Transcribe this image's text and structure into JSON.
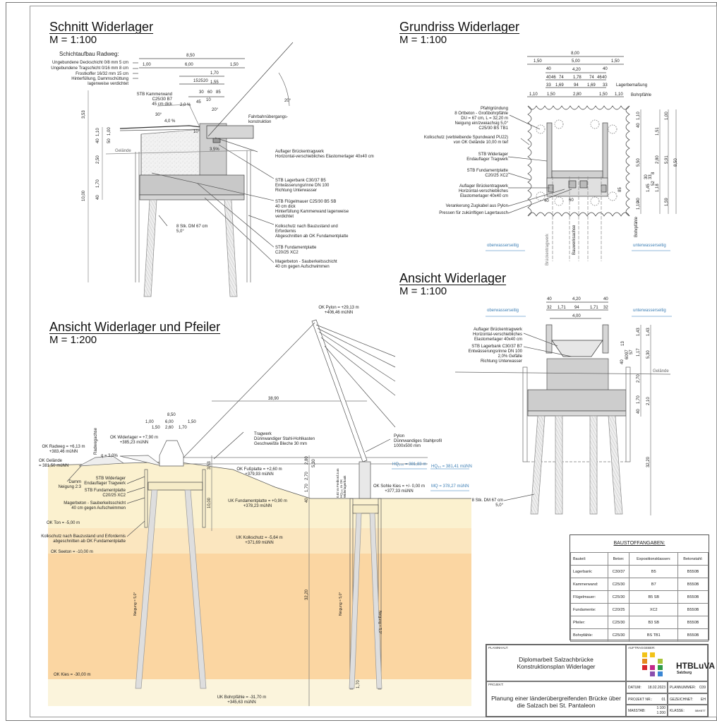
{
  "sheet": {
    "sections": {
      "schnitt": {
        "title": "Schnitt Widerlager",
        "scale": "M = 1:100"
      },
      "grundriss": {
        "title": "Grundriss Widerlager",
        "scale": "M = 1:100"
      },
      "ansicht": {
        "title": "Ansicht Widerlager",
        "scale": "M = 1:100"
      },
      "ansicht_pfeiler": {
        "title": "Ansicht Widerlager und Pfeiler",
        "scale": "M = 1:200"
      }
    }
  },
  "schnitt": {
    "schicht_title": "Schichtaufbau Radweg:",
    "schichten": [
      "Ungebundene Deckschicht 0/8 mm 5 cm",
      "Ungebundene Tragschicht 0/16 mm 8 cm",
      "Frostkoffer 16/32 mm 15 cm",
      "Hinterfüllung, Dammschüttung",
      "lagenweise verdichtet"
    ],
    "kammerwand": [
      "STB Kammerwand",
      "C25/30 B7",
      "45 cm dick"
    ],
    "fahrbahn": [
      "Fahrbahnübergangs-",
      "konstruktion"
    ],
    "annotations": [
      [
        "Auflager Brückentragwerk",
        "Horizontal-verschiebliches Elastomerlager 40x40 cm"
      ],
      [
        "STB Lagerbank C30/37 B5",
        "Entwässerungsrinne DN 100",
        "Richtung Unterwasser"
      ],
      [
        "STB Flügelmauer C25/30 B5 SB",
        "40 cm dick",
        "Hinterfüllung Kammerwand lagenweise",
        "verdichtet"
      ],
      [
        "Kolkschutz nach Bauzustand und",
        "Erfordernis",
        "Abgeschnitten ab OK Fundamentplatte"
      ],
      [
        "STB Fundamentplatte",
        "C20/25 XC2"
      ],
      [
        "Magerbeton - Sauberkeitsschicht",
        "40 cm gegen Aufschwimmen"
      ]
    ],
    "pfahl": [
      "8 Stk. DM 67 cm",
      "5,0°"
    ],
    "gelaende": "Gelände",
    "dims_top": [
      "8,50",
      "1,00",
      "6,00",
      "1,50",
      "1,70",
      "15",
      "25",
      "20",
      "1,55",
      "30",
      "60",
      "85",
      "45",
      "10"
    ],
    "slopes": [
      "2,0 %",
      "4,0 %",
      "3,5%",
      "30°",
      "20°",
      "10°",
      "20°"
    ],
    "dims_left": [
      "3,53",
      "1,10",
      "1,00",
      "40",
      "50",
      "2,50",
      "1,70",
      "40",
      "10,00"
    ]
  },
  "grundriss": {
    "dims_top": [
      "8,00",
      "1,50",
      "5,00",
      "1,50",
      "40",
      "4,20",
      "40",
      "40",
      "46",
      "74",
      "1,78",
      "74",
      "46",
      "40",
      "33",
      "1,69",
      "94",
      "1,69",
      "33",
      "1,10",
      "1,50",
      "2,80",
      "1,50",
      "1,10"
    ],
    "row_labels": [
      "Lagerbemaßung",
      "Bohrpfähle"
    ],
    "annotations": [
      [
        "Pfahlgründung",
        "8 Ortbeton - Großbohrpfähle",
        "DU = 67 cm, L = 32,20 m",
        "Neigung ein/zweiachsig 5,0°",
        "C25/30 BS TB1"
      ],
      [
        "Kolkschutz (verbleibende Spundwand PU22)",
        "von OK Gelände 10,00 m tief"
      ],
      [
        "STB Widerlager",
        "Endauflager Tragwerk"
      ],
      [
        "STB Fundamentplatte",
        "C20/25 XC2"
      ],
      [
        "Auflager Brückentragwerk",
        "Horizontal-verschiebliches",
        "Elastomerlager 40x40 cm"
      ],
      [
        "Verankerung Zugkabel aus Pylon"
      ],
      [
        "Pressen für zukünftigen Lagertausch"
      ]
    ],
    "dims_right": [
      "1,10",
      "40",
      "5,50",
      "1,45",
      "40",
      "1,10",
      "1,51",
      "2,80",
      "1,18",
      "5,91",
      "1,59",
      "8,50",
      "30",
      "33",
      "8",
      "52",
      "85",
      "1,00"
    ],
    "axes": [
      "Brückentragwerk",
      "Bauwerksachse",
      "Bohrpfähle"
    ],
    "side_labels": [
      "oberwasserseitig",
      "unterwasserseitig"
    ],
    "dims_bottom": [
      "40",
      "60"
    ]
  },
  "ansicht": {
    "dims_top": [
      "40",
      "4,20",
      "40",
      "32",
      "1,71",
      "94",
      "1,71",
      "32",
      "4,00"
    ],
    "side_labels": [
      "oberwasserseitig",
      "unterwasserseitig"
    ],
    "annotations": [
      [
        "Auflager Brückentragwerk",
        "Horizontal-verschiebliches",
        "Elastomerlager 40x40 cm"
      ],
      [
        "STB Lagerbank C30/37 B7",
        "Entwässerungsrinne DN 100",
        "2,0% Gefälle",
        "Richtung Unterwasser"
      ]
    ],
    "dims_right": [
      "1,43",
      "1,43",
      "13",
      "97",
      "57",
      "1,17",
      "60",
      "40",
      "5,30",
      "2,70",
      "1,70",
      "2,10",
      "40",
      "32,20"
    ],
    "gelaende": "Gelände",
    "pfahl": [
      "8 Stk. DM 67 cm",
      "5,0°"
    ]
  },
  "pfeiler": {
    "levels_left": [
      [
        "OK Radweg = +6,13 m",
        "+383,46 müNN"
      ],
      [
        "OK Gelände",
        "= 381,50 müNN"
      ],
      [
        "OK Ton = -5,00 m"
      ],
      [
        "OK Seeton = -10,00 m"
      ],
      [
        "OK Kies = -30,00 m"
      ]
    ],
    "damm": [
      "Damm",
      "Neigung 2:3"
    ],
    "radwegachse": "Radwegachse",
    "ok_widerlager": [
      "OK Widerlager = +7,90 m",
      "+385,23 müNN"
    ],
    "gefaelle": "q = 3,0%",
    "annotations_left": [
      [
        "STB Widerlager",
        "Endauflager Tragwerk"
      ],
      [
        "STB Fundamentplatte",
        "C20/25 XC2"
      ],
      [
        "Magerbeton - Sauberkeitsschicht",
        "40 cm gegen Aufschwimmen"
      ],
      [
        "Kolkschutz nach Bauzustand und Erfordernis",
        "abgeschnitten ab OK Fundamentplatte"
      ]
    ],
    "dims_top": [
      "8,50",
      "1,00",
      "6,00",
      "1,50",
      "1,50",
      "2,60",
      "1,70"
    ],
    "span": "38,90",
    "tragwerk": [
      "Tragwerk",
      "Dünnwandiger Stahl-Hohlkasten",
      "Geschweißte Bleche 30 mm"
    ],
    "pylon": [
      "Pylon",
      "Dünnwandiges Stahlprofil",
      "1000x500 mm"
    ],
    "ok_pylon": [
      "OK Pylon = +29,13 m",
      "+406,46 müNN"
    ],
    "ok_fussplatte": [
      "OK Fußplatte = +2,60 m",
      "+379,93 müNN"
    ],
    "uk_fundamentplatte": [
      "UK Fundamentplatte = +0,90 m",
      "+378,23 müNN"
    ],
    "uk_kolkschutz": [
      "UK Kolkschutz = -5,64 m",
      "+371,69 müNN"
    ],
    "uk_bohrpfaehle": [
      "UK Bohrpfähle = -31,70 m",
      "+345,63 müNN"
    ],
    "ok_sohle": [
      "OK Sohle Kies = +/- 0,00 m",
      "+377,33 müNN"
    ],
    "water": {
      "hq300": "HQ₃₀₀ = 381,83 m",
      "hq30": "HQ₃₀ = 381,41 müNN",
      "mq": "MQ = 378,27 müNN"
    },
    "freibord": [
      "0,82 m Freibord zum",
      "HQ₃₀₀ zu OK",
      "Widerlagerbank"
    ],
    "dims_mid": [
      "3,53",
      "2,80",
      "5,30",
      "2,70",
      "1,70",
      "40",
      "10,00",
      "32,20",
      "1,70"
    ],
    "neigung": "Neigung = 5,0°"
  },
  "baustoff": {
    "title": "BAUSTOFFANGABEN:",
    "headers": [
      "Bauteil:",
      "Beton:",
      "Expositionsklassen:",
      "Betonstahl:"
    ],
    "rows": [
      [
        "Lagerbank:",
        "C30/37",
        "B5",
        "B550B"
      ],
      [
        "Kammerwand:",
        "C25/30",
        "B7",
        "B550B"
      ],
      [
        "Flügelmauer:",
        "C25/30",
        "B5  SB",
        "B550B"
      ],
      [
        "Fundamente:",
        "C20/25",
        "XC2",
        "B550B"
      ],
      [
        "Pfeiler:",
        "C25/30",
        "B3 SB",
        "B550B"
      ],
      [
        "Bohrpfähle:",
        "C25/30",
        "BS TB1",
        "B550B"
      ]
    ]
  },
  "titleblock": {
    "planinhalt_cap": "PLANINHALT:",
    "planinhalt": [
      "Diplomarbeit Salzachbrücke",
      "Konstruktionsplan Widerlager"
    ],
    "auftraggeber_cap": "AUFTRAGGEBER:",
    "logo_text": "HTBLuVA",
    "logo_sub": "Salzburg",
    "logo_colors": [
      "#f2c318",
      "#e58a1f",
      "#a8c43a",
      "#d8262e",
      "#c2278b",
      "#2f9a4a",
      "#8a4fae",
      "#3a86d4"
    ],
    "projekt_cap": "PROJEKT:",
    "projekt": [
      "Planung einer länderübergreifenden Brücke über",
      "die Salzach bei St. Pantaleon"
    ],
    "datum_label": "DATUM:",
    "datum": "18.02.2023",
    "plannummer_label": "PLANNUMMER:",
    "plannummer": "C09",
    "projektnr_label": "PROJEKT NR.:",
    "projektnr": "01",
    "gezeichnet_label": "GEZEICHNET:",
    "gezeichnet": "EH",
    "massstab_label": "MAßSTAB:",
    "massstab": [
      "1:100",
      "1:200"
    ],
    "klasse_label": "KLASSE:",
    "klasse": "5BHBTT"
  }
}
